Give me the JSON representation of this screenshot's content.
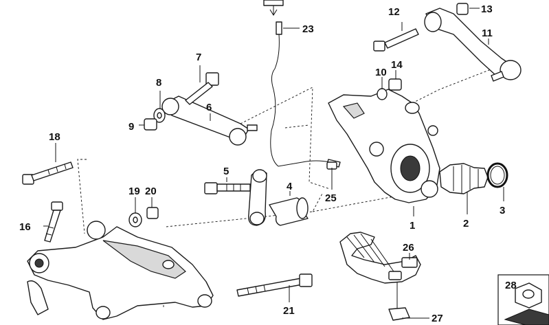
{
  "diagram": {
    "callouts": [
      {
        "id": "1",
        "text": "1"
      },
      {
        "id": "2",
        "text": "2"
      },
      {
        "id": "3",
        "text": "3"
      },
      {
        "id": "4",
        "text": "4"
      },
      {
        "id": "5",
        "text": "5"
      },
      {
        "id": "6",
        "text": "6"
      },
      {
        "id": "7",
        "text": "7"
      },
      {
        "id": "8",
        "text": "8"
      },
      {
        "id": "9",
        "text": "9"
      },
      {
        "id": "10",
        "text": "10"
      },
      {
        "id": "11",
        "text": "11"
      },
      {
        "id": "12",
        "text": "12"
      },
      {
        "id": "13",
        "text": "13"
      },
      {
        "id": "14",
        "text": "14"
      },
      {
        "id": "16",
        "text": "16"
      },
      {
        "id": "18",
        "text": "18"
      },
      {
        "id": "19",
        "text": "19"
      },
      {
        "id": "20",
        "text": "20"
      },
      {
        "id": "21",
        "text": "21"
      },
      {
        "id": "23",
        "text": "23"
      },
      {
        "id": "25",
        "text": "25"
      },
      {
        "id": "26",
        "text": "26"
      },
      {
        "id": "27",
        "text": "27"
      },
      {
        "id": "28",
        "text": "28"
      }
    ]
  }
}
